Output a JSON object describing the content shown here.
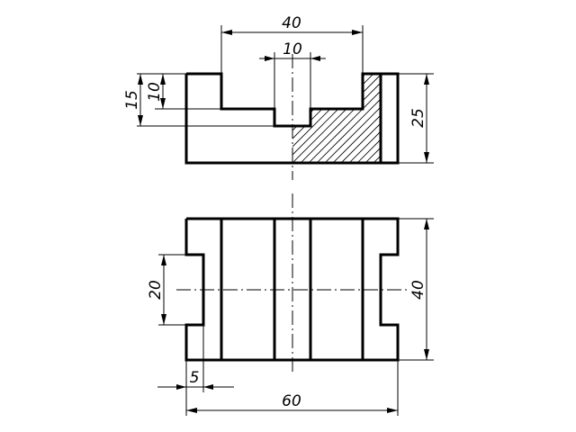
{
  "colors": {
    "line": "#000000",
    "background": "#ffffff"
  },
  "dimensions": {
    "front_top_width": "40",
    "front_slot_width": "10",
    "front_height_15": "15",
    "front_height_10": "10",
    "front_total_height": "25",
    "top_notch_height": "20",
    "top_total_depth": "40",
    "top_notch_depth": "5",
    "top_total_width": "60"
  }
}
